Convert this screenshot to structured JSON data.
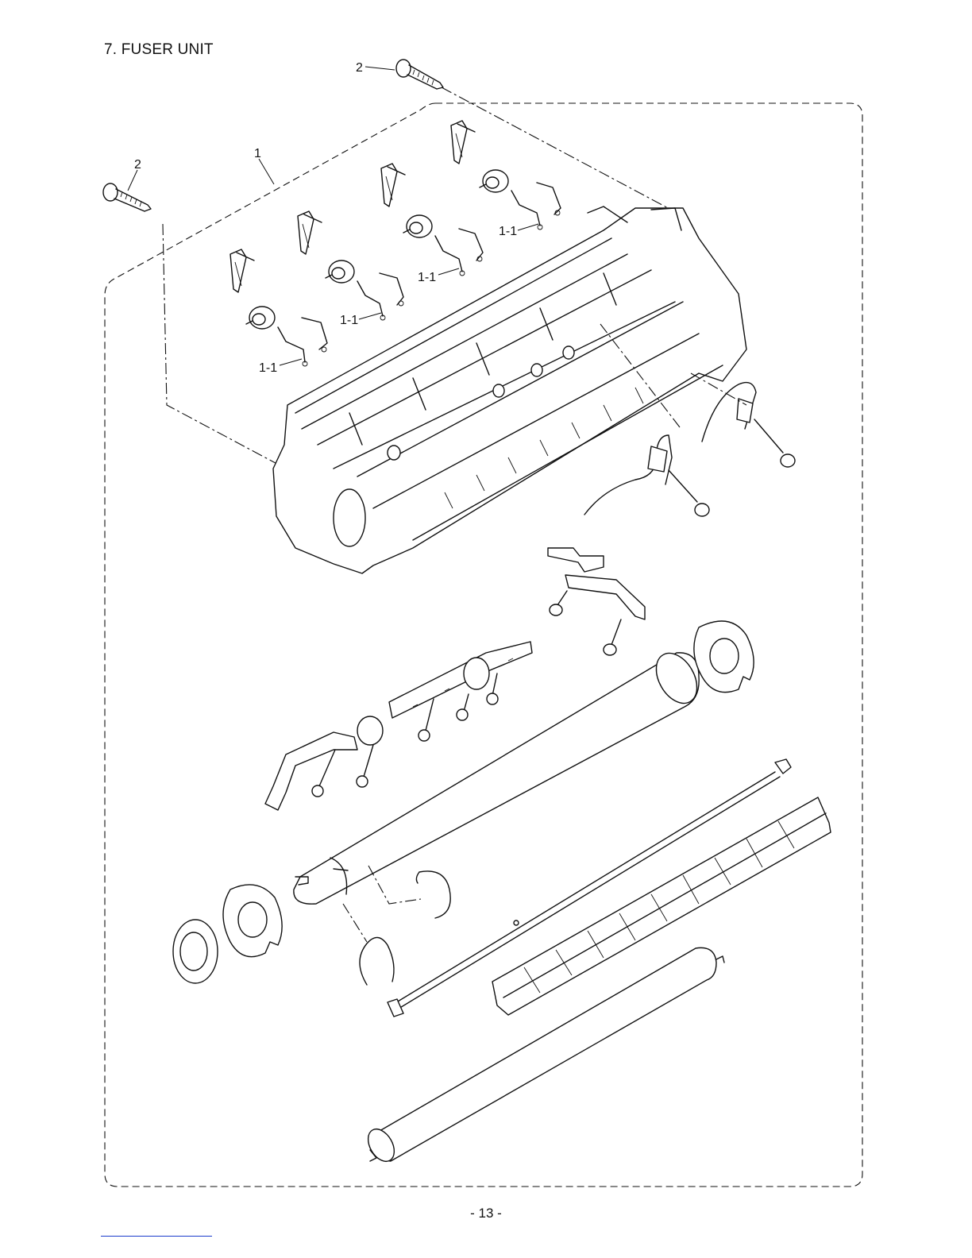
{
  "page": {
    "title": "7. FUSER UNIT",
    "page_number": "- 13 -"
  },
  "callouts": {
    "screw_top": "2",
    "screw_left": "2",
    "assembly": "1",
    "roller_a": "1-1",
    "roller_b": "1-1",
    "roller_c": "1-1",
    "roller_d": "1-1"
  }
}
